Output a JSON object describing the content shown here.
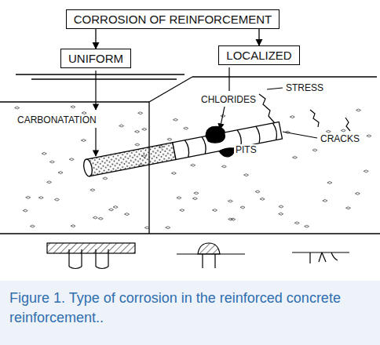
{
  "diagram": {
    "caption": "Figure 1. Type of corrosion in the reinforced concrete reinforcement..",
    "nodes": [
      {
        "text": [
          "CORROSION OF REINFORCEMENT"
        ]
      },
      {
        "text": [
          "UNIFORM"
        ]
      },
      {
        "text": [
          "LOCALIZED"
        ]
      }
    ],
    "edges": [
      {
        "from": 0,
        "to": 1,
        "arrow": "to"
      },
      {
        "from": 0,
        "to": 2,
        "arrow": "to"
      }
    ],
    "labels": [
      "CARBONATATION",
      "CHLORIDES",
      "STRESS",
      "PITS",
      "CRACKS"
    ]
  }
}
